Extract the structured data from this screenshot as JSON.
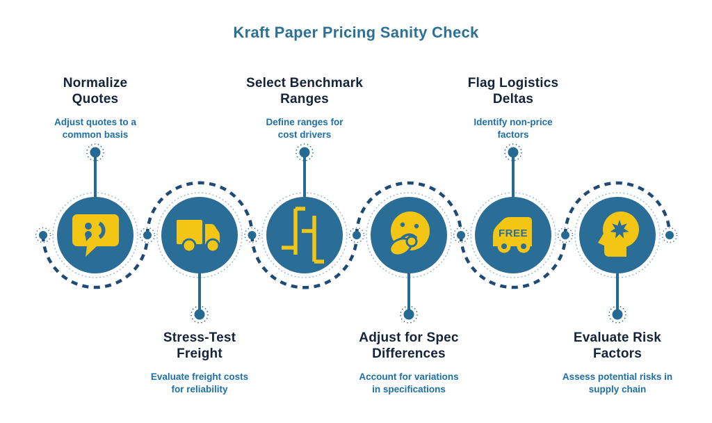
{
  "title": "Kraft Paper Pricing Sanity Check",
  "colors": {
    "circle_fill": "#2a6d96",
    "icon_yellow": "#f3c515",
    "dashed_path": "#1d4a77",
    "connector": "#256a92",
    "heading_text": "#14223a",
    "subtitle_text": "#1d6fa5",
    "title_text": "#2d7095"
  },
  "steps": [
    {
      "title": "Normalize\nQuotes",
      "subtitle": "Adjust quotes to a\ncommon basis",
      "icon": "quote-bubble",
      "position": "top"
    },
    {
      "title": "Stress-Test\nFreight",
      "subtitle": "Evaluate freight costs\nfor reliability",
      "icon": "delivery-truck",
      "position": "bottom"
    },
    {
      "title": "Select Benchmark\nRanges",
      "subtitle": "Define ranges for\ncost drivers",
      "icon": "range-sliders",
      "position": "top"
    },
    {
      "title": "Adjust for Spec\nDifferences",
      "subtitle": "Account for variations\nin specifications",
      "icon": "thinking-face",
      "position": "bottom"
    },
    {
      "title": "Flag Logistics\nDeltas",
      "subtitle": "Identify non-price\nfactors",
      "icon": "free-shipping-van",
      "icon_label": "FREE",
      "position": "top"
    },
    {
      "title": "Evaluate Risk\nFactors",
      "subtitle": "Assess potential risks in\nsupply chain",
      "icon": "head-idea",
      "position": "bottom"
    }
  ]
}
